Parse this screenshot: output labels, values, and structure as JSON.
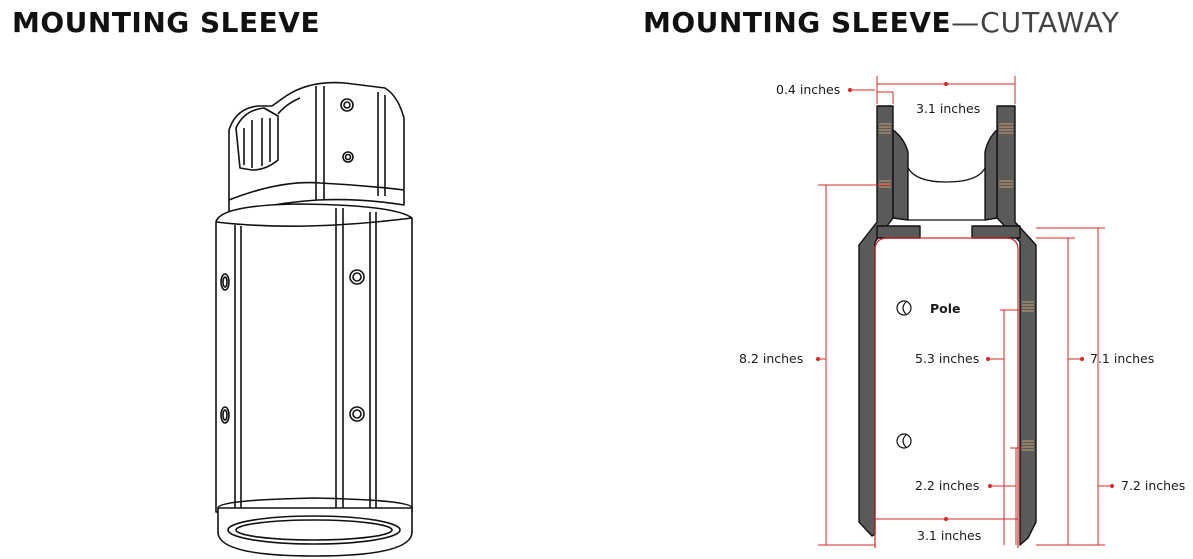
{
  "titles": {
    "left": "MOUNTING SLEEVE",
    "right_main": "MOUNTING SLEEVE",
    "right_sub": "—CUTAWAY"
  },
  "labels": {
    "pole": "Pole",
    "dim_wall": "0.4 inches",
    "dim_top_width": "3.1 inches",
    "dim_bottom_width": "3.1 inches",
    "dim_overall": "8.2 inches",
    "dim_pole_span": "5.3 inches",
    "dim_lower": "2.2 inches",
    "dim_inner_height": "7.1 inches",
    "dim_outer_height": "7.2 inches"
  },
  "colors": {
    "accent": "#d62828",
    "cutaway_fill": "#5a5a5a",
    "line": "#111111"
  }
}
